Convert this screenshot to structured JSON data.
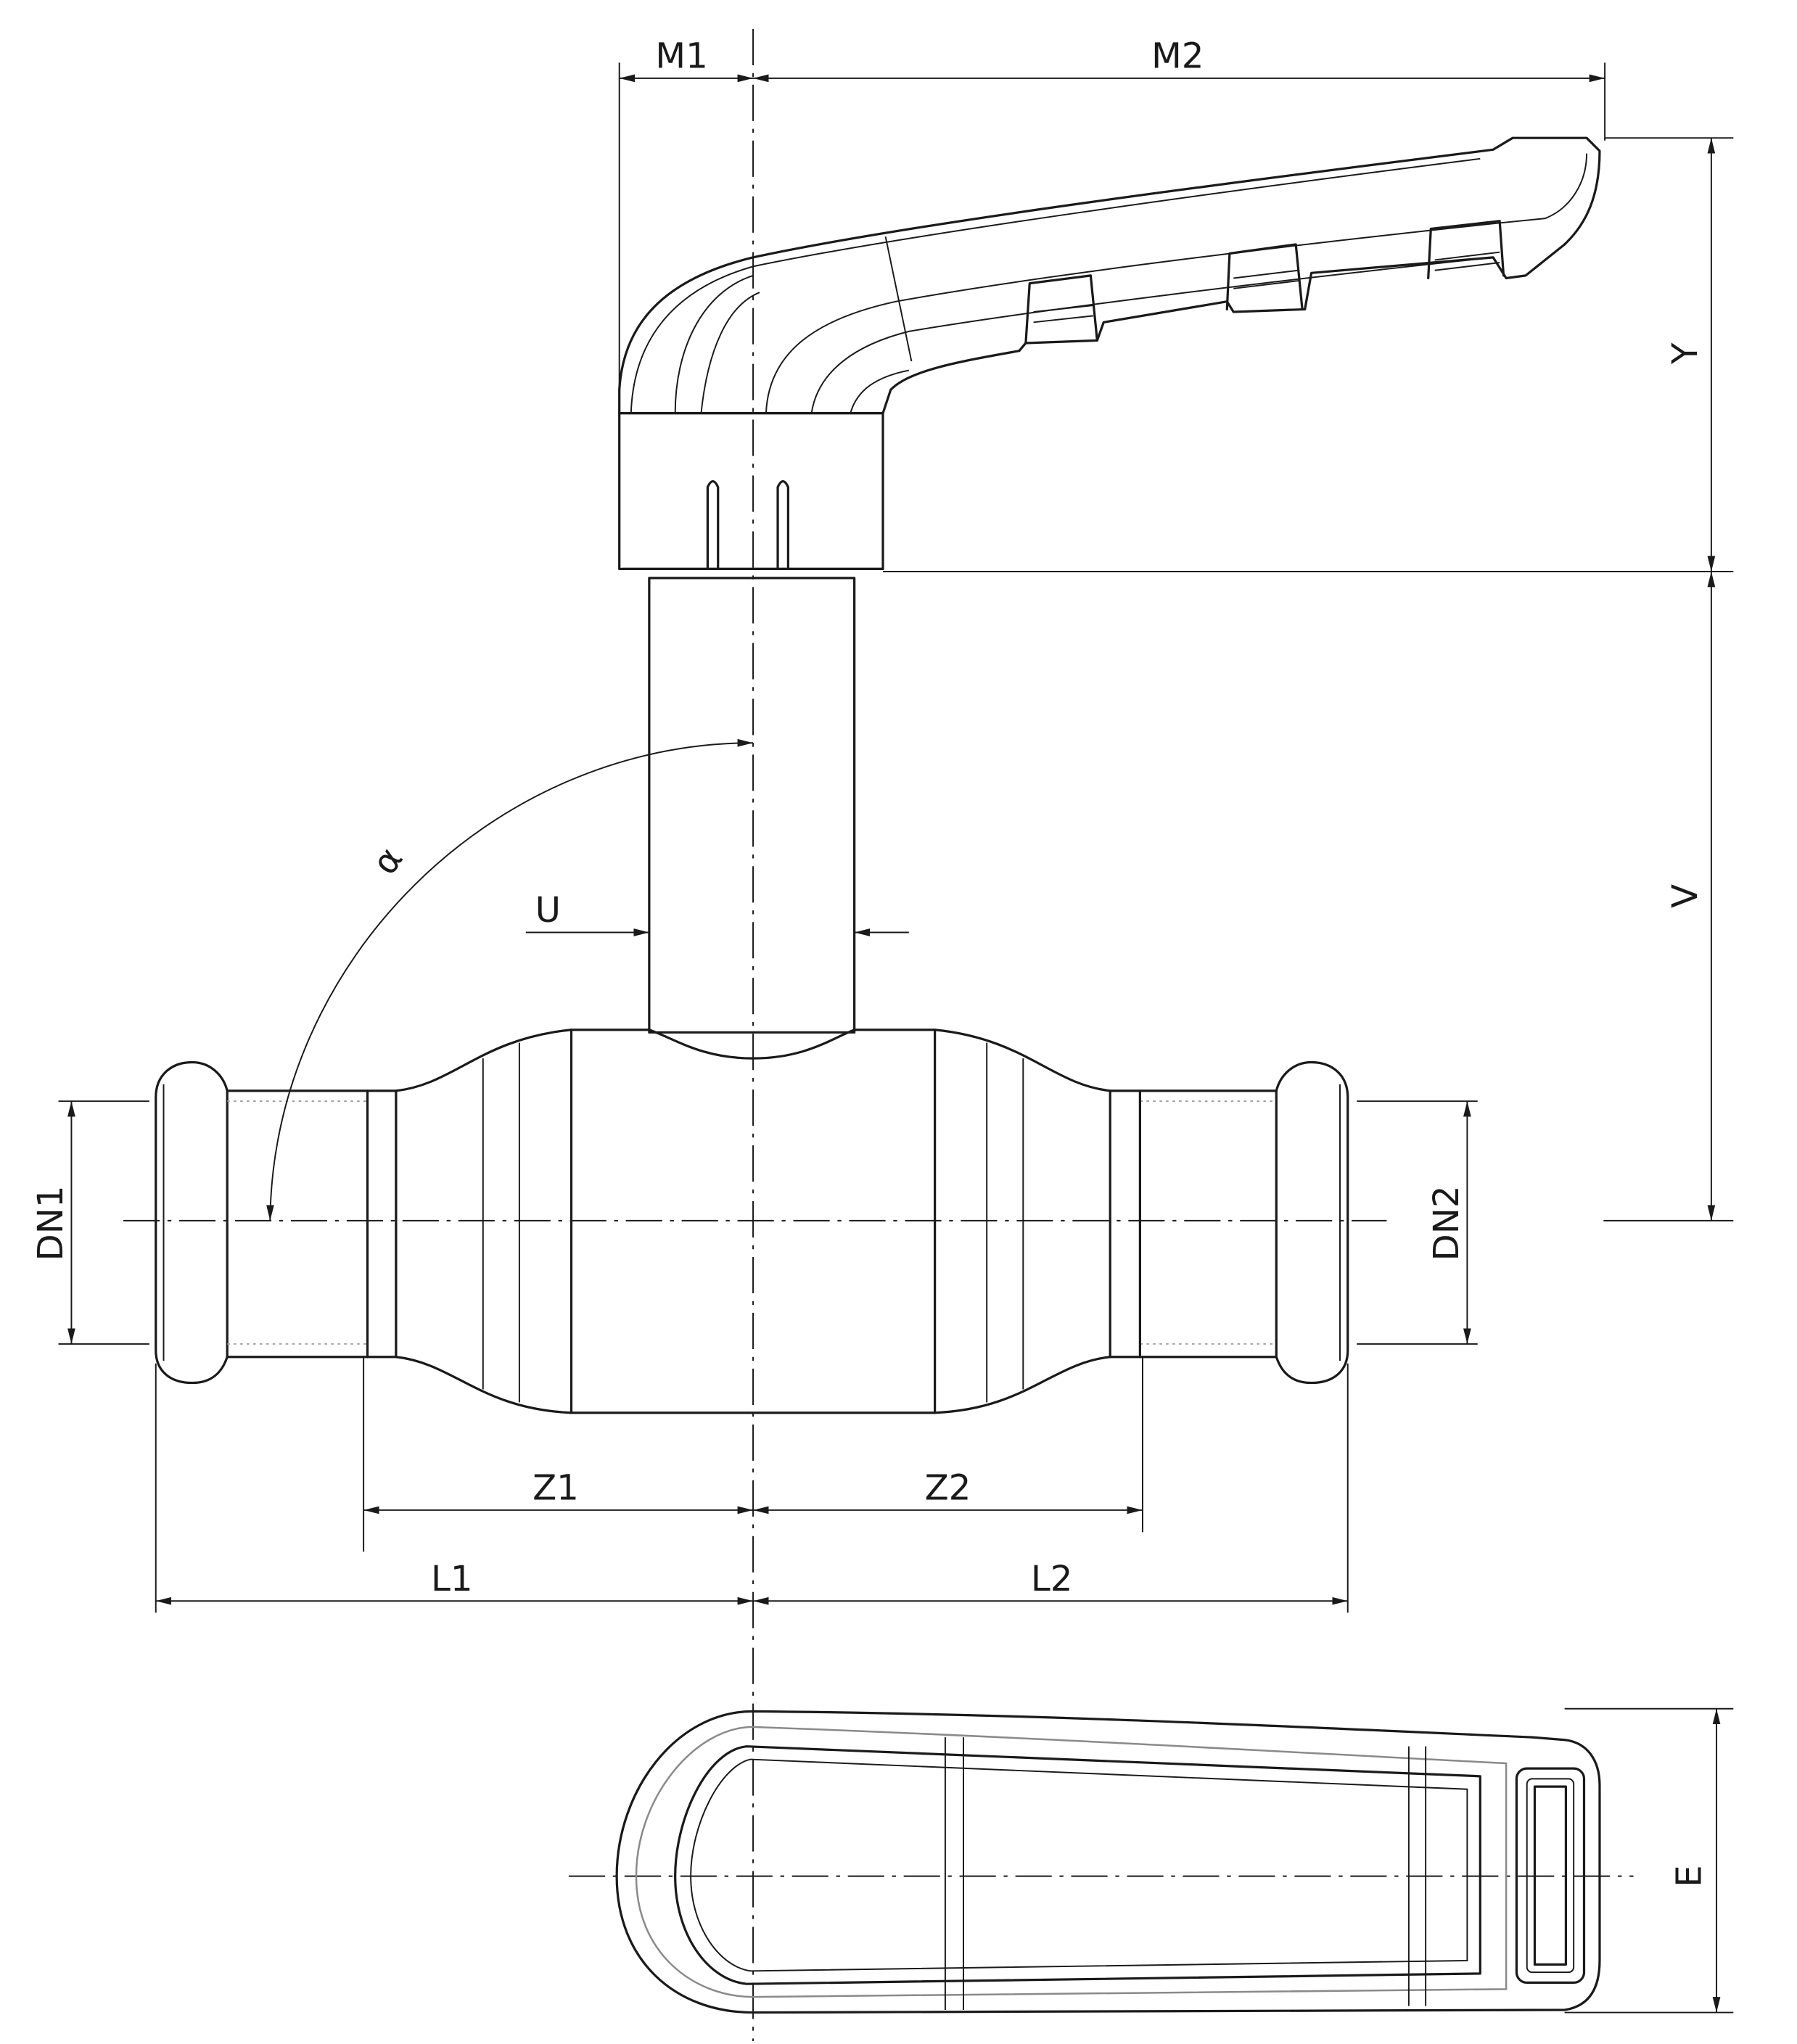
{
  "drawing": {
    "title": "Ball valve with lever handle - dimension drawing",
    "labels": {
      "m1": "M1",
      "m2": "M2",
      "y": "Y",
      "v": "V",
      "u": "U",
      "alpha": "α",
      "dn1": "DN1",
      "dn2": "DN2",
      "z1": "Z1",
      "z2": "Z2",
      "l1": "L1",
      "l2": "L2",
      "e": "E"
    }
  }
}
